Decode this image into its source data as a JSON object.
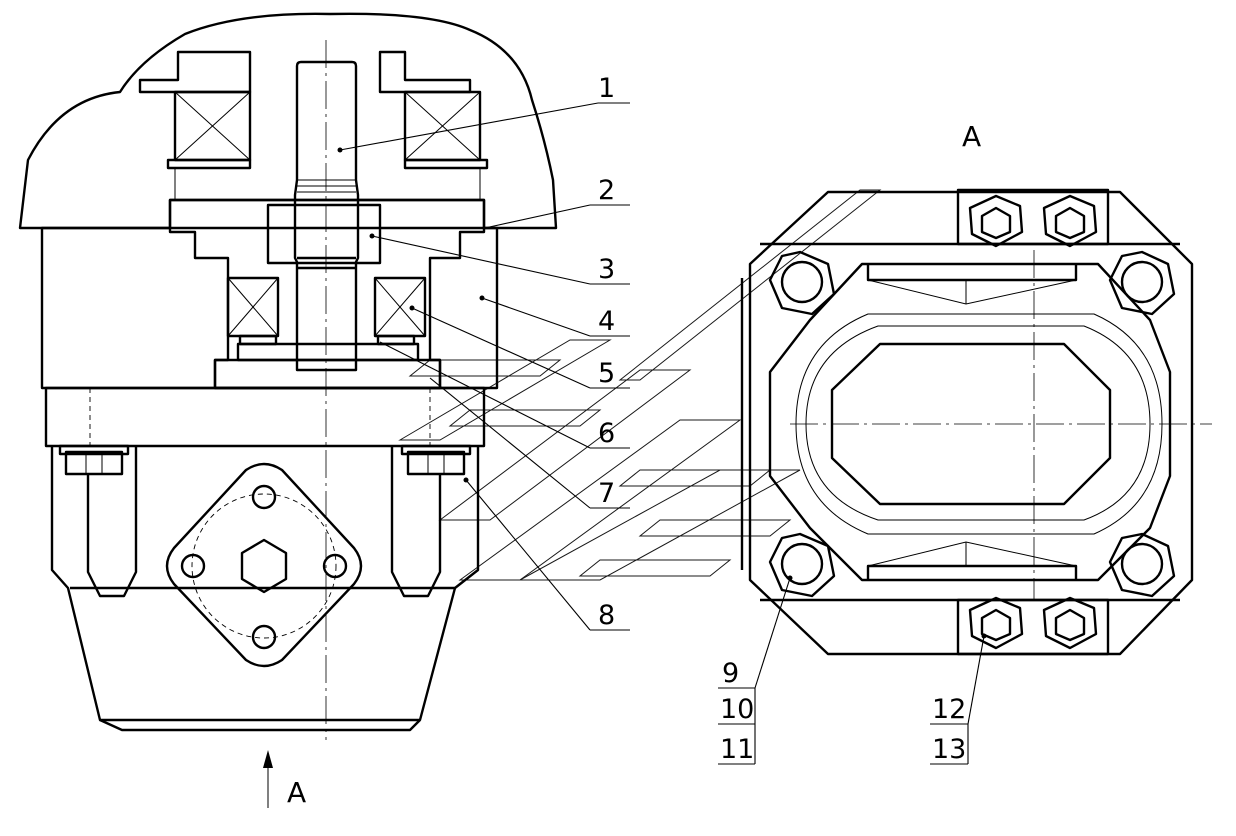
{
  "view": {
    "section_view_label": "A",
    "arrow_label": "A"
  },
  "callouts": [
    {
      "id": "c1",
      "label": "1"
    },
    {
      "id": "c2",
      "label": "2"
    },
    {
      "id": "c3",
      "label": "3"
    },
    {
      "id": "c4",
      "label": "4"
    },
    {
      "id": "c5",
      "label": "5"
    },
    {
      "id": "c6",
      "label": "6"
    },
    {
      "id": "c7",
      "label": "7"
    },
    {
      "id": "c8",
      "label": "8"
    },
    {
      "id": "c9",
      "label": "9"
    },
    {
      "id": "c10",
      "label": "10"
    },
    {
      "id": "c11",
      "label": "11"
    },
    {
      "id": "c12",
      "label": "12"
    },
    {
      "id": "c13",
      "label": "13"
    }
  ]
}
